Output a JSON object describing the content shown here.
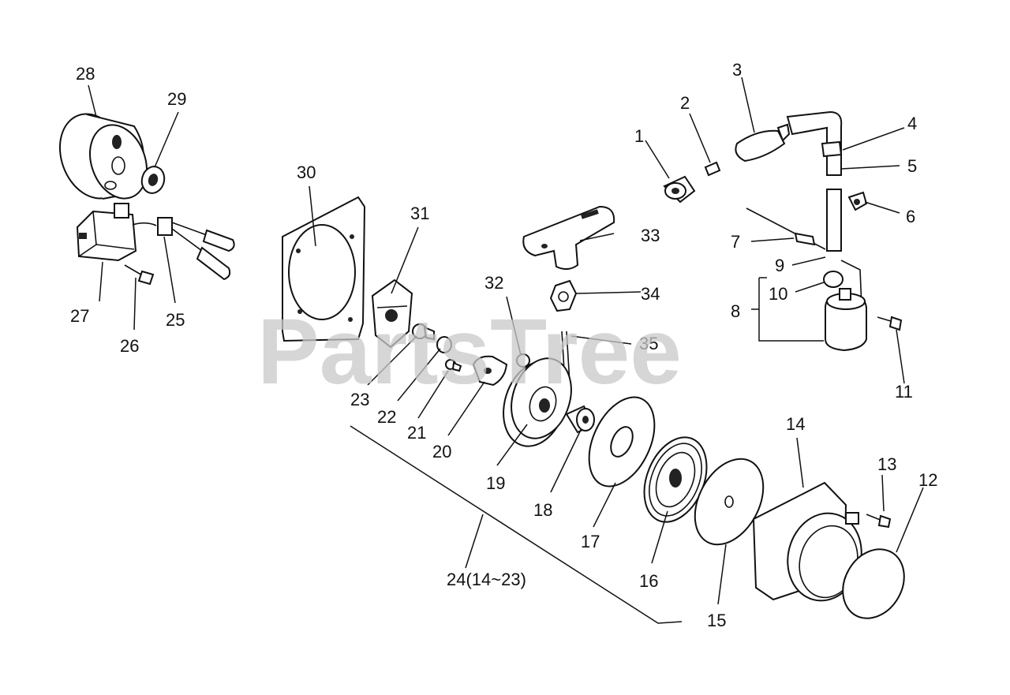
{
  "watermark": "PartsTree",
  "callouts": [
    {
      "id": "1",
      "label": "1"
    },
    {
      "id": "2",
      "label": "2"
    },
    {
      "id": "3",
      "label": "3"
    },
    {
      "id": "4",
      "label": "4"
    },
    {
      "id": "5",
      "label": "5"
    },
    {
      "id": "6",
      "label": "6"
    },
    {
      "id": "7",
      "label": "7"
    },
    {
      "id": "8",
      "label": "8"
    },
    {
      "id": "9",
      "label": "9"
    },
    {
      "id": "10",
      "label": "10"
    },
    {
      "id": "11",
      "label": "11"
    },
    {
      "id": "12",
      "label": "12"
    },
    {
      "id": "13",
      "label": "13"
    },
    {
      "id": "14",
      "label": "14"
    },
    {
      "id": "15",
      "label": "15"
    },
    {
      "id": "16",
      "label": "16"
    },
    {
      "id": "17",
      "label": "17"
    },
    {
      "id": "18",
      "label": "18"
    },
    {
      "id": "19",
      "label": "19"
    },
    {
      "id": "20",
      "label": "20"
    },
    {
      "id": "21",
      "label": "21"
    },
    {
      "id": "22",
      "label": "22"
    },
    {
      "id": "23",
      "label": "23"
    },
    {
      "id": "24",
      "label": "24(14~23)"
    },
    {
      "id": "25",
      "label": "25"
    },
    {
      "id": "26",
      "label": "26"
    },
    {
      "id": "27",
      "label": "27"
    },
    {
      "id": "28",
      "label": "28"
    },
    {
      "id": "29",
      "label": "29"
    },
    {
      "id": "30",
      "label": "30"
    },
    {
      "id": "31",
      "label": "31"
    },
    {
      "id": "32",
      "label": "32"
    },
    {
      "id": "33",
      "label": "33"
    },
    {
      "id": "34",
      "label": "34"
    },
    {
      "id": "35",
      "label": "35"
    }
  ]
}
